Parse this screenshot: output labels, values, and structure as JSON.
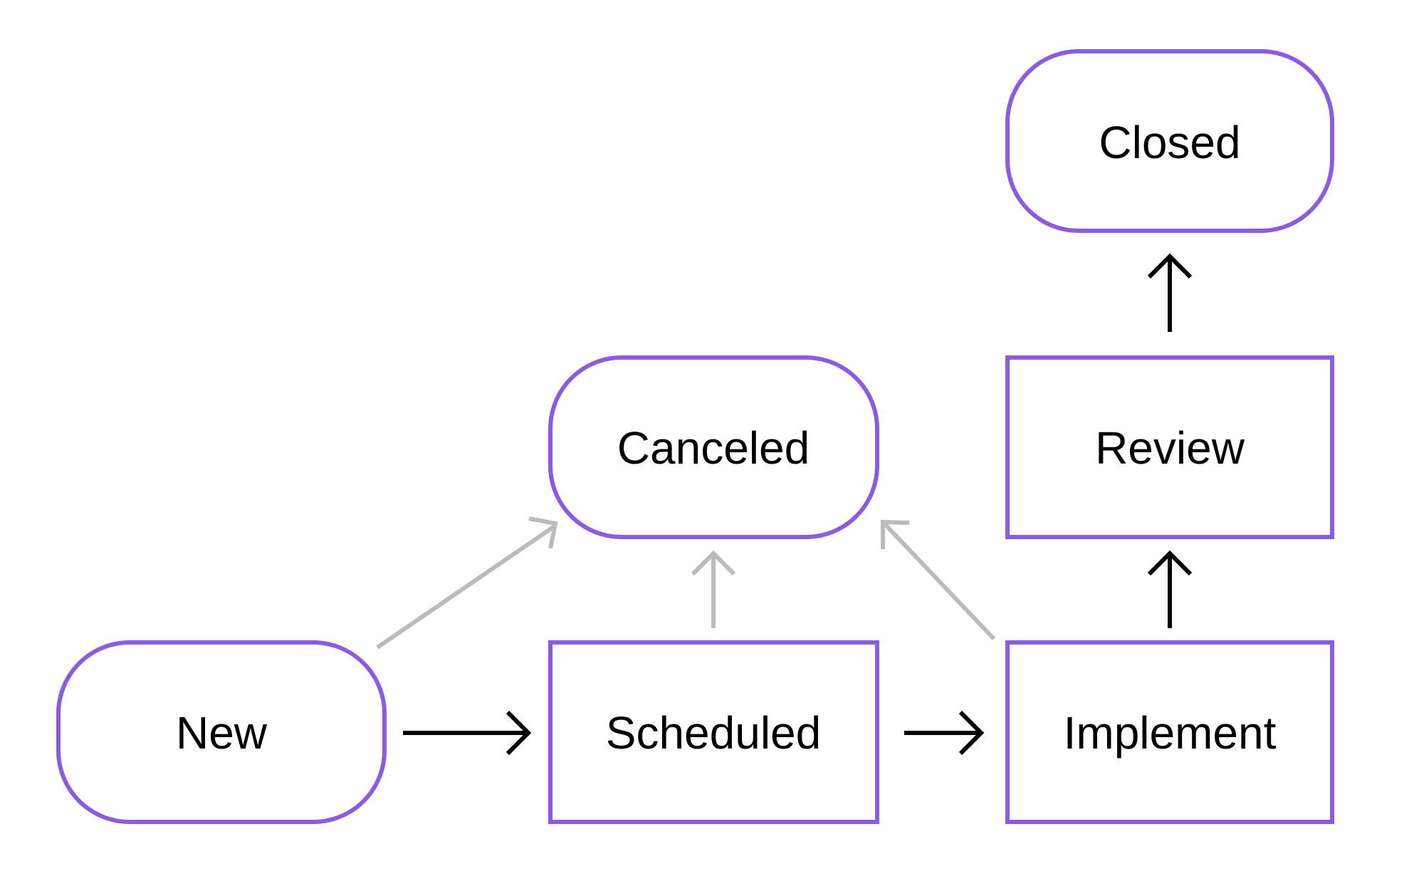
{
  "colors": {
    "node_border": "#8A5CE0",
    "main_arrow": "#000000",
    "cancel_arrow": "#BBBBBB",
    "background": "#FFFFFF"
  },
  "nodes": {
    "new": {
      "label": "New",
      "shape": "rounded"
    },
    "scheduled": {
      "label": "Scheduled",
      "shape": "rectangle"
    },
    "implement": {
      "label": "Implement",
      "shape": "rectangle"
    },
    "review": {
      "label": "Review",
      "shape": "rectangle"
    },
    "closed": {
      "label": "Closed",
      "shape": "rounded"
    },
    "canceled": {
      "label": "Canceled",
      "shape": "rounded"
    }
  },
  "edges": [
    {
      "from": "New",
      "to": "Scheduled",
      "style": "main"
    },
    {
      "from": "Scheduled",
      "to": "Implement",
      "style": "main"
    },
    {
      "from": "Implement",
      "to": "Review",
      "style": "main"
    },
    {
      "from": "Review",
      "to": "Closed",
      "style": "main"
    },
    {
      "from": "New",
      "to": "Canceled",
      "style": "cancel"
    },
    {
      "from": "Scheduled",
      "to": "Canceled",
      "style": "cancel"
    },
    {
      "from": "Implement",
      "to": "Canceled",
      "style": "cancel"
    }
  ]
}
